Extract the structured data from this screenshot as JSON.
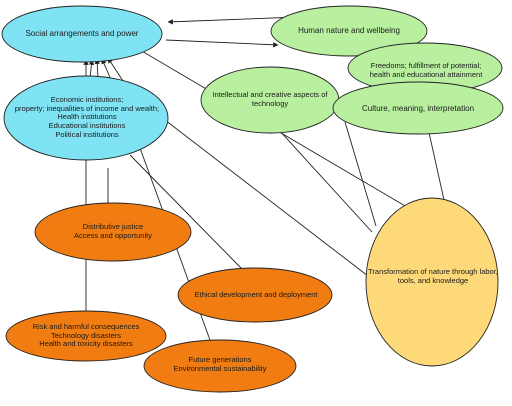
{
  "colors": {
    "blue": "#7fe3f4",
    "green": "#b8f0a0",
    "orange": "#f07c12",
    "yellow": "#fdd97a",
    "stroke": "#222222"
  },
  "nodes": {
    "social": "Social arrangements and power",
    "economic": [
      "Economic institutions;",
      "property; inequalities of income and wealth;",
      "Health institutions",
      "Educational institutions",
      "Political institutions"
    ],
    "human": "Human nature and wellbeing",
    "freedoms": [
      "Freedoms; fulfillment of potential;",
      "health and educational attainment"
    ],
    "intellectual": [
      "Intellectual and creative aspects of",
      "technology"
    ],
    "culture": "Culture, meaning, interpretation",
    "transformation": [
      "Transformation of nature through labor,",
      "tools, and knowledge"
    ],
    "distributive": [
      "Distributive justice",
      "Access and opportunity"
    ],
    "ethical": "Ethical development and deployment",
    "risk": [
      "Risk and harmful consequences",
      "Technology disasters",
      "Health and toxicity disasters"
    ],
    "future": [
      "Future generations",
      "Environmental sustainability"
    ]
  }
}
